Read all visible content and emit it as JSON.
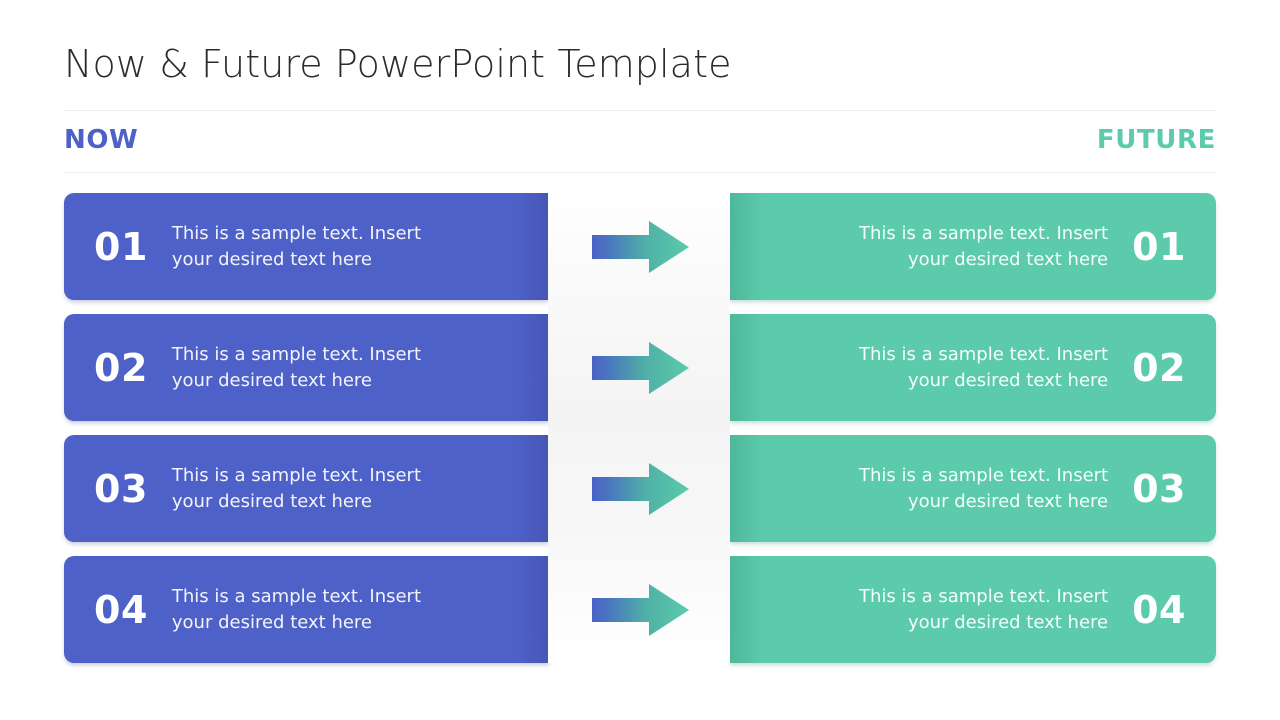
{
  "slide": {
    "title": "Now & Future PowerPoint Template",
    "columns": {
      "left_caption": "NOW",
      "right_caption": "FUTURE"
    },
    "colors": {
      "now_blue": "#4e61c8",
      "future_green": "#5bcbab",
      "title_text": "#2b2b2b",
      "rule": "#ececee",
      "bar_text": "#ffffff",
      "center_column": "#f4f4f5"
    },
    "rows": [
      {
        "number": "01",
        "now_text": "This is a sample text. Insert your desired text here",
        "future_text": "This is a sample text. Insert your desired text here",
        "arrow_icon": "arrow-right-icon"
      },
      {
        "number": "02",
        "now_text": "This is a sample text. Insert your desired text here",
        "future_text": "This is a sample text. Insert your desired text here",
        "arrow_icon": "arrow-right-icon"
      },
      {
        "number": "03",
        "now_text": "This is a sample text. Insert your desired text here",
        "future_text": "This is a sample text. Insert your desired text here",
        "arrow_icon": "arrow-right-icon"
      },
      {
        "number": "04",
        "now_text": "This is a sample text. Insert your desired text here",
        "future_text": "This is a sample text. Insert your desired text here",
        "arrow_icon": "arrow-right-icon"
      }
    ]
  }
}
